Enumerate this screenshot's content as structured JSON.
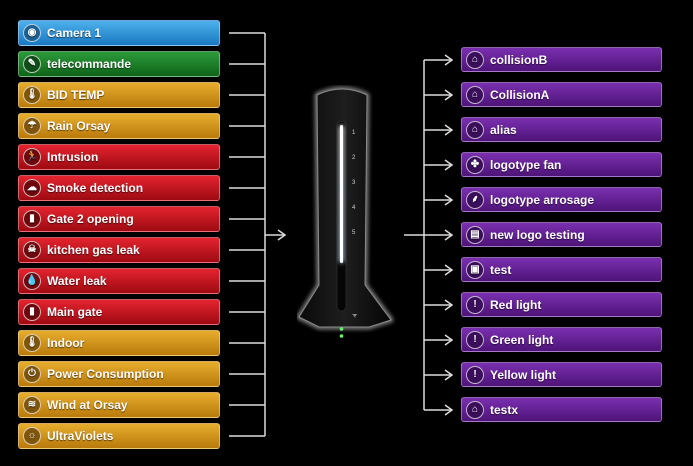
{
  "inputs": [
    {
      "label": "Camera 1",
      "color": "blue",
      "icon": "camera-icon",
      "glyph": "◉"
    },
    {
      "label": "telecommande",
      "color": "green",
      "icon": "remote-icon",
      "glyph": "✎"
    },
    {
      "label": "BID TEMP",
      "color": "gold",
      "icon": "thermometer-icon",
      "glyph": "🌡"
    },
    {
      "label": "Rain Orsay",
      "color": "gold",
      "icon": "rain-cloud-icon",
      "glyph": "☂"
    },
    {
      "label": "Intrusion",
      "color": "red",
      "icon": "intruder-icon",
      "glyph": "🏃"
    },
    {
      "label": "Smoke detection",
      "color": "red",
      "icon": "smoke-icon",
      "glyph": "☁"
    },
    {
      "label": "Gate 2 opening",
      "color": "red",
      "icon": "gate-sensor-icon",
      "glyph": "▮"
    },
    {
      "label": "kitchen gas leak",
      "color": "red",
      "icon": "gas-skull-icon",
      "glyph": "☠"
    },
    {
      "label": "Water leak",
      "color": "red",
      "icon": "water-drop-icon",
      "glyph": "💧"
    },
    {
      "label": "Main gate",
      "color": "red",
      "icon": "gate-icon",
      "glyph": "▮"
    },
    {
      "label": "Indoor",
      "color": "gold",
      "icon": "thermometer-icon",
      "glyph": "🌡"
    },
    {
      "label": "Power Consumption",
      "color": "gold",
      "icon": "power-icon",
      "glyph": "⏻"
    },
    {
      "label": "Wind at Orsay",
      "color": "gold",
      "icon": "wind-icon",
      "glyph": "≋"
    },
    {
      "label": "UltraViolets",
      "color": "gold",
      "icon": "sun-icon",
      "glyph": "☼"
    }
  ],
  "outputs": [
    {
      "label": "collisionB",
      "color": "purple",
      "icon": "house-icon",
      "glyph": "⌂"
    },
    {
      "label": "CollisionA",
      "color": "purple",
      "icon": "house-icon",
      "glyph": "⌂"
    },
    {
      "label": "alias",
      "color": "purple",
      "icon": "house-icon",
      "glyph": "⌂"
    },
    {
      "label": "logotype fan",
      "color": "purple",
      "icon": "fan-icon",
      "glyph": "✤"
    },
    {
      "label": "logotype arrosage",
      "color": "purple",
      "icon": "sprinkler-icon",
      "glyph": "⸙"
    },
    {
      "label": "new logo testing",
      "color": "purple",
      "icon": "printer-icon",
      "glyph": "▤"
    },
    {
      "label": "test",
      "color": "purple",
      "icon": "panel-icon",
      "glyph": "▣"
    },
    {
      "label": "Red light",
      "color": "purple",
      "icon": "bulb-icon",
      "glyph": "!"
    },
    {
      "label": "Green light",
      "color": "purple",
      "icon": "bulb-icon",
      "glyph": "!"
    },
    {
      "label": "Yellow light",
      "color": "purple",
      "icon": "bulb-icon",
      "glyph": "!"
    },
    {
      "label": "testx",
      "color": "purple",
      "icon": "house-icon",
      "glyph": "⌂"
    }
  ],
  "device": {
    "channels": [
      "1",
      "2",
      "3",
      "4",
      "5"
    ]
  }
}
